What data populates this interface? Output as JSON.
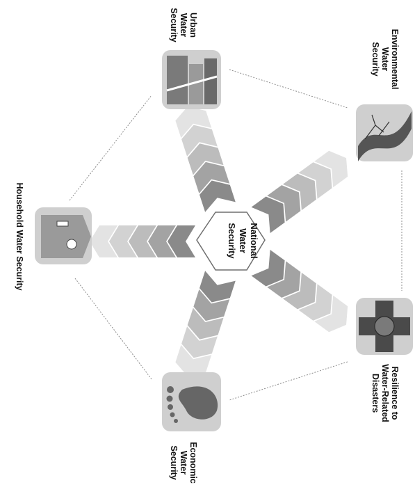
{
  "center": {
    "lines": [
      "National",
      "Water",
      "Security"
    ]
  },
  "nodes": {
    "household": {
      "lines": [
        "Household Water Security"
      ],
      "icon": "house-tap-icon"
    },
    "urban": {
      "lines": [
        "Urban",
        "Water",
        "Security"
      ],
      "icon": "city-skyline-icon"
    },
    "environmental": {
      "lines": [
        "Environmental",
        "Water",
        "Security"
      ],
      "icon": "river-tree-icon"
    },
    "resilience": {
      "lines": [
        "Resilience to",
        "Water-Related",
        "Disasters"
      ],
      "icon": "joined-hands-icon"
    },
    "economic": {
      "lines": [
        "Economic",
        "Water",
        "Security"
      ],
      "icon": "footprint-icon"
    }
  },
  "colors": {
    "chevron_shades": [
      "#8a8a8a",
      "#a3a3a3",
      "#bcbcbc",
      "#d2d2d2",
      "#e3e3e3"
    ],
    "icon_bg": "#cfcfcf",
    "center_fill": "#ffffff",
    "connector": "#8c8c8c"
  }
}
